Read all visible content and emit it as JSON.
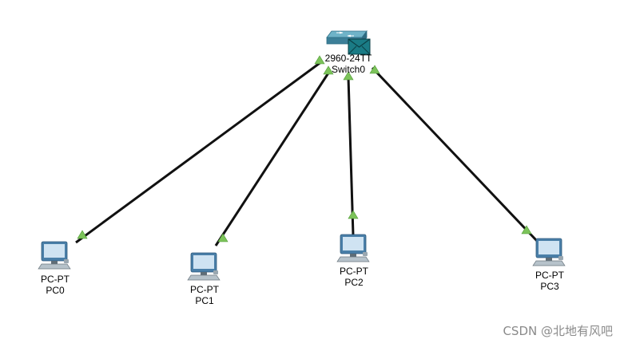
{
  "colors": {
    "link": "#111111",
    "link_light": "#7cc35a",
    "switch_top": "#5a9db4",
    "switch_side": "#3c7f98",
    "pc_monitor": "#4a7fa8",
    "pc_screen": "#cfe3f2",
    "envelope": "#1a7b85",
    "watermark": "#8a8a8a"
  },
  "topology": {
    "switch": {
      "model": "2960-24TT",
      "name": "Switch0",
      "icon": "switch-icon",
      "status_icon": "envelope-icon"
    },
    "pcs": [
      {
        "model": "PC-PT",
        "name": "PC0",
        "icon": "pc-icon"
      },
      {
        "model": "PC-PT",
        "name": "PC1",
        "icon": "pc-icon"
      },
      {
        "model": "PC-PT",
        "name": "PC2",
        "icon": "pc-icon"
      },
      {
        "model": "PC-PT",
        "name": "PC3",
        "icon": "pc-icon"
      }
    ],
    "links": [
      {
        "from": "Switch0",
        "to": "PC0",
        "status": "up"
      },
      {
        "from": "Switch0",
        "to": "PC1",
        "status": "up"
      },
      {
        "from": "Switch0",
        "to": "PC2",
        "status": "up"
      },
      {
        "from": "Switch0",
        "to": "PC3",
        "status": "up"
      }
    ]
  },
  "watermark": "CSDN @北地有风吧"
}
